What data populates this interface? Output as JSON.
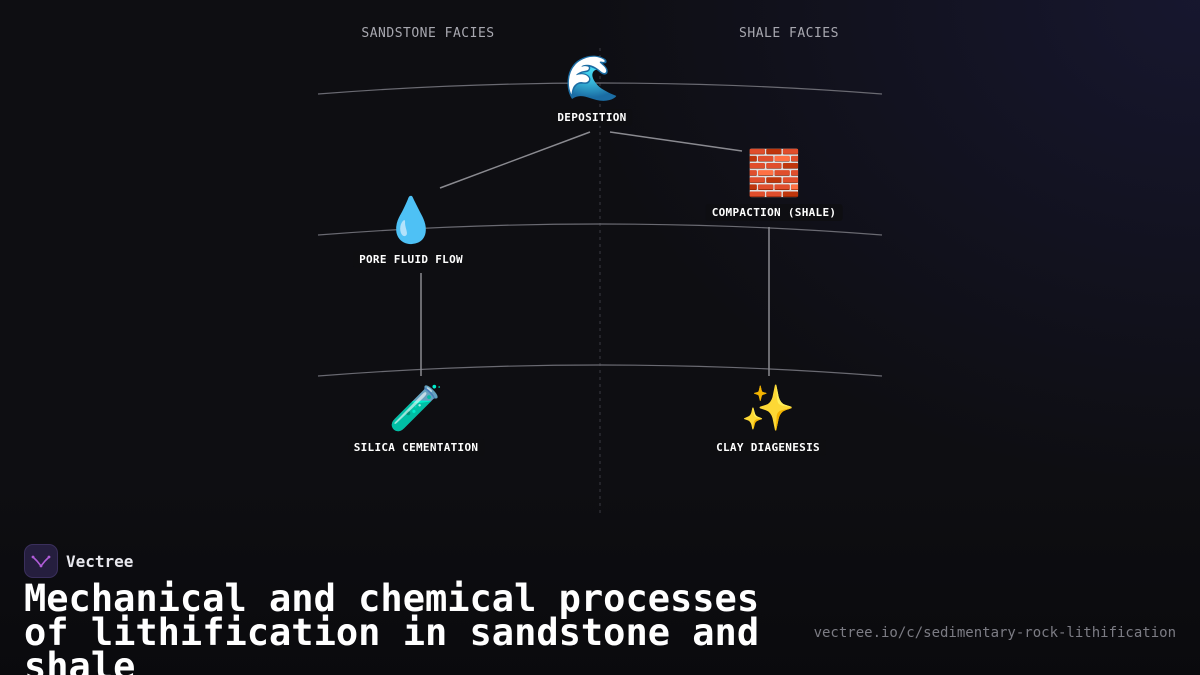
{
  "columns": {
    "left": "SANDSTONE FACIES",
    "right": "SHALE FACIES"
  },
  "nodes": {
    "deposition": {
      "icon": "🌊",
      "icon_name": "wave-icon",
      "label": "DEPOSITION"
    },
    "pore_fluid_flow": {
      "icon": "💧",
      "icon_name": "droplet-icon",
      "label": "PORE FLUID FLOW"
    },
    "compaction_shale": {
      "icon": "🧱",
      "icon_name": "brick-icon",
      "label": "COMPACTION (SHALE)"
    },
    "silica_cementation": {
      "icon": "🧪",
      "icon_name": "test-tube-icon",
      "label": "SILICA CEMENTATION"
    },
    "clay_diagenesis": {
      "icon": "✨",
      "icon_name": "sparkles-icon",
      "label": "CLAY DIAGENESIS"
    }
  },
  "edges": [
    [
      "deposition",
      "pore_fluid_flow"
    ],
    [
      "deposition",
      "compaction_shale"
    ],
    [
      "pore_fluid_flow",
      "silica_cementation"
    ],
    [
      "compaction_shale",
      "clay_diagenesis"
    ]
  ],
  "brand": {
    "name": "Vectree",
    "logo_color": "#b05cd8"
  },
  "footer": {
    "title": "Mechanical and chemical processes of lithification in sandstone and shale",
    "url": "vectree.io/c/sedimentary-rock-lithification"
  }
}
